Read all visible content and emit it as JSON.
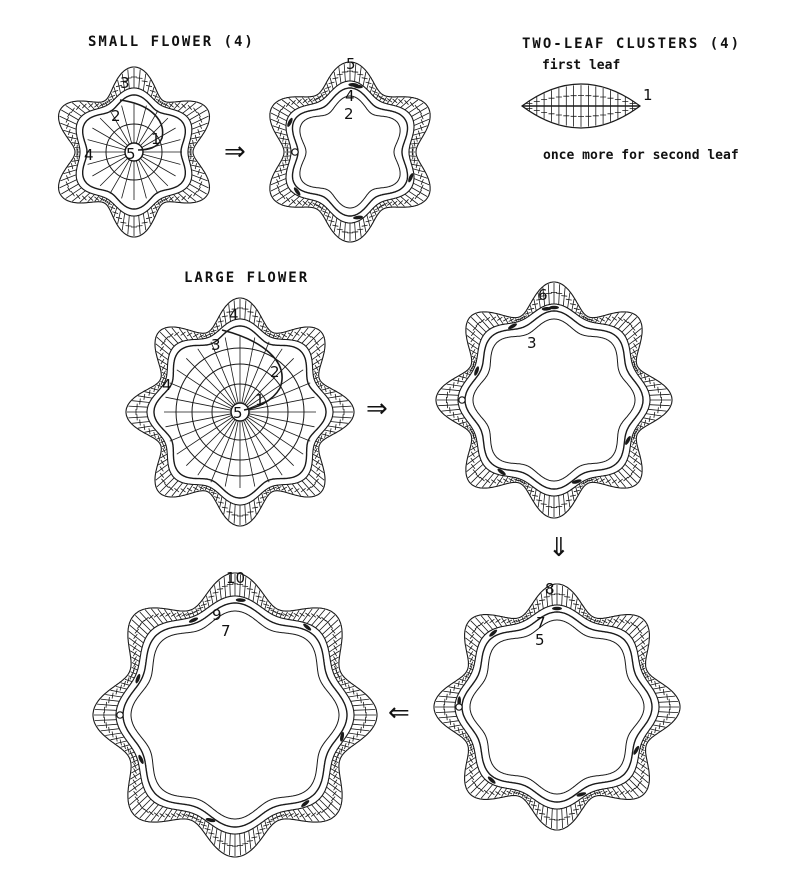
{
  "labels": {
    "small_flower": "SMALL FLOWER (4)",
    "two_leaf": "TWO-LEAF CLUSTERS (4)",
    "first_leaf": "first leaf",
    "second_leaf": "once more for second leaf",
    "large_flower": "LARGE FLOWER"
  },
  "round_numbers": {
    "sf1": [
      "1",
      "2",
      "3",
      "4"
    ],
    "sf2": [
      "5",
      "4",
      "2"
    ],
    "leaf": [
      "1"
    ],
    "lf1": [
      "4",
      "3",
      "2",
      "1",
      "4"
    ],
    "lf2": [
      "6",
      "3"
    ],
    "lf3": [
      "8",
      "7",
      "5"
    ],
    "lf4": [
      "10",
      "9",
      "7"
    ]
  },
  "arrows": [
    "⇒",
    "⇒",
    "⇓",
    "⇐"
  ],
  "start_marker": "5"
}
